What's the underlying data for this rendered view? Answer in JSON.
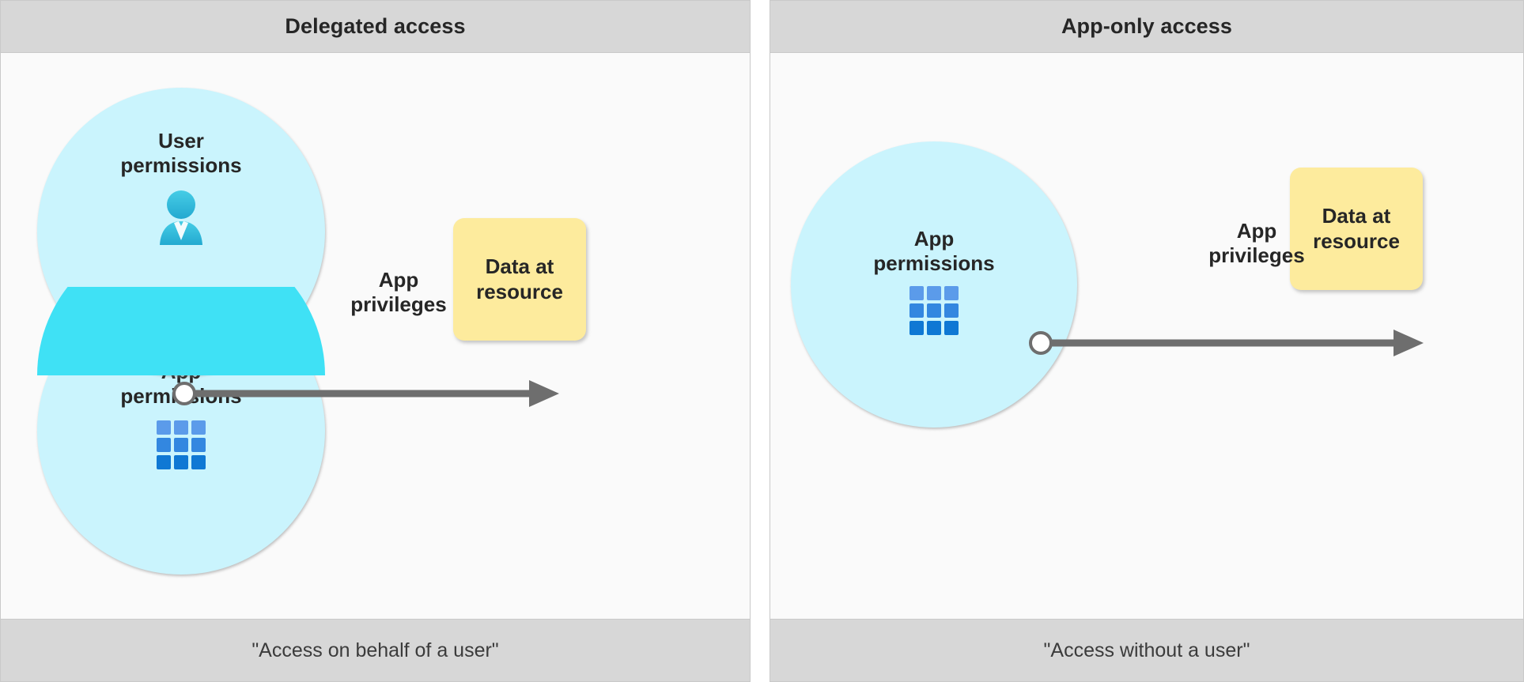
{
  "colors": {
    "band_background": "#d7d7d7",
    "panel_background": "#fafafa",
    "panel_border": "#c9c9c9",
    "circle_fill": "#caf4fd",
    "circle_overlap_fill": "#3fe1f5",
    "resource_fill": "#fdeb9d",
    "arrow_stroke": "#6e6e6e",
    "node_dot_fill": "#ffffff",
    "text_primary": "#262626",
    "text_secondary": "#3b3b3b",
    "user_icon_top": "#3ec6e0",
    "user_icon_bottom": "#2bb3d6",
    "grid_icon_light": "#5b9bea",
    "grid_icon_dark": "#0f78d4"
  },
  "panels": [
    {
      "id": "delegated-access",
      "header": "Delegated access",
      "footer": "\"Access on behalf of a user\"",
      "circles": [
        {
          "id": "user-permissions",
          "label": "User\npermissions",
          "icon": "user-icon"
        },
        {
          "id": "app-permissions",
          "label": "App\npermissions",
          "icon": "app-grid-icon"
        }
      ],
      "arrow_label": "App\nprivileges",
      "resource_label": "Data at\nresource"
    },
    {
      "id": "app-only-access",
      "header": "App-only access",
      "footer": "\"Access without a user\"",
      "circles": [
        {
          "id": "app-permissions",
          "label": "App\npermissions",
          "icon": "app-grid-icon"
        }
      ],
      "arrow_label": "App\nprivileges",
      "resource_label": "Data at\nresource"
    }
  ]
}
